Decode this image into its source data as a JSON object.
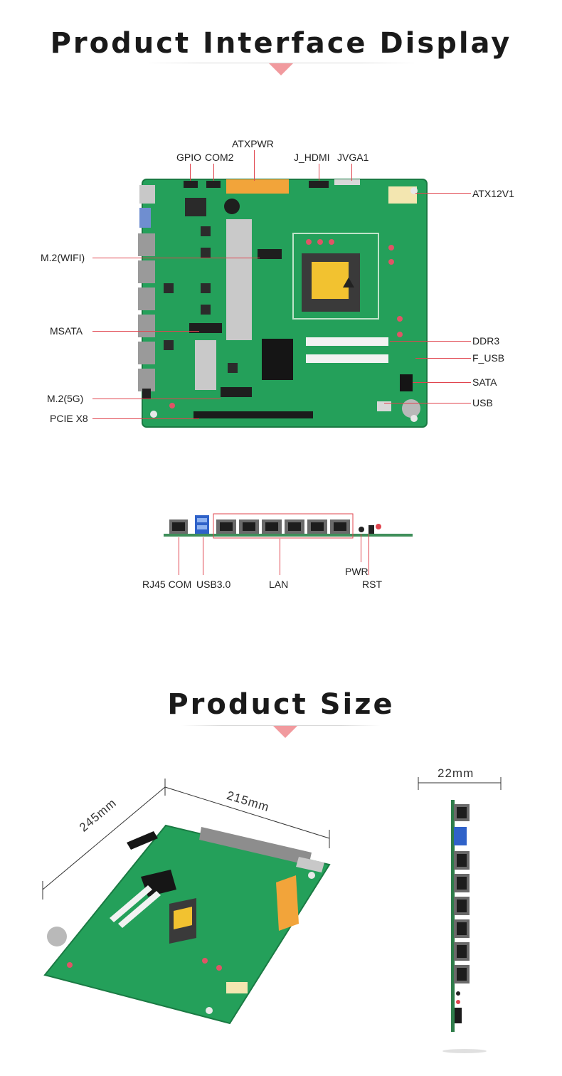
{
  "sections": {
    "interface_title": "Product Interface Display",
    "size_title": "Product Size"
  },
  "board_labels": {
    "gpio": "GPIO",
    "com2": "COM2",
    "atxpwr": "ATXPWR",
    "j_hdmi": "J_HDMI",
    "jvga1": "JVGA1",
    "atx12v1": "ATX12V1",
    "m2_wifi": "M.2(WIFI)",
    "msata": "MSATA",
    "ddr3": "DDR3",
    "f_usb": "F_USB",
    "sata": "SATA",
    "usb": "USB",
    "m2_5g": "M.2(5G)",
    "pcie_x8": "PCIE X8"
  },
  "io_labels": {
    "rj45_com": "RJ45 COM",
    "usb30": "USB3.0",
    "lan": "LAN",
    "pwr": "PWR",
    "rst": "RST"
  },
  "dimensions": {
    "length": "245mm",
    "width": "215mm",
    "height": "22mm"
  },
  "colors": {
    "pcb_green": "#24a05a",
    "leader_red": "#e0444e",
    "pointer_pink": "#f19a9e"
  }
}
